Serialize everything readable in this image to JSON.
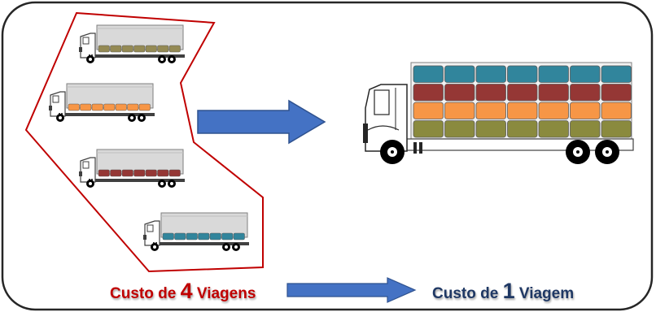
{
  "caption_left": {
    "prefix": "Custo de ",
    "number": "4",
    "suffix": " Viagens"
  },
  "caption_right": {
    "prefix": "Custo de ",
    "number": "1",
    "suffix": " Viagem"
  },
  "colors": {
    "group_outline": "#c00000",
    "arrow": "#4472c4",
    "caption_left": "#c00000",
    "caption_right": "#1f3864",
    "cargo_olive": "#948a54",
    "cargo_orange": "#f79646",
    "cargo_red": "#953735",
    "cargo_teal": "#31859c",
    "cargo_green_olive": "#8a8a3e"
  },
  "small_trucks": [
    {
      "cargo_color": "olive"
    },
    {
      "cargo_color": "orange"
    },
    {
      "cargo_color": "red"
    },
    {
      "cargo_color": "teal"
    }
  ],
  "big_truck_cargo_rows": [
    "teal",
    "red",
    "orange",
    "olive"
  ]
}
